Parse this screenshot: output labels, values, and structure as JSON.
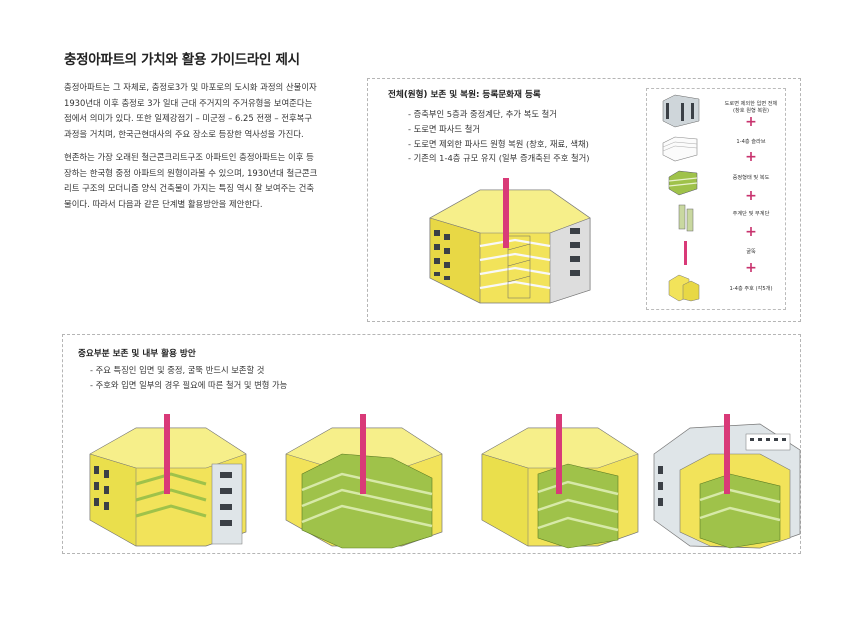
{
  "title": "충정아파트의 가치와 활용 가이드라인 제시",
  "intro": {
    "p1_lines": [
      "충정아파트는 그 자체로, 충정로3가 및 마포로의 도시화 과정의 산물이자",
      "1930년대 이후 충정로 3가 일대 근대 주거지의 주거유형을 보여준다는",
      "점에서 의미가 있다. 또한 일제강점기 – 미군정 – 6.25 전쟁 – 전후복구",
      "과정을 거치며, 한국근현대사의 주요 장소로 등장한 역사성을 가진다."
    ],
    "p2_lines": [
      "현존하는 가장 오래된 철근콘크리트구조 아파트인 충정아파트는 이후 등",
      "장하는 한국형 중정 아파트의 원형이라볼 수 있으며, 1930년대 철근콘크",
      "리트 구조의 모더니즘 양식 건축물이 가지는 특징 역시 잘 보여주는 건축",
      "물이다. 따라서 다음과 같은 단계별 활용방안을 제안한다."
    ]
  },
  "panel1": {
    "title": "전체(원형) 보존 및 복원: 등록문화재 등록",
    "bullets": [
      "- 증축부인 5층과 중정계단, 추가 복도 철거",
      "- 도로면 파사드 철거",
      "- 도로면 제외한 파사드 원형 복원  (창호, 재료, 색채)",
      "- 기존의 1-4층 규모 유지 (일부 증개축된 주호 철거)"
    ]
  },
  "legend": {
    "items": [
      "도로면 제외한 입면 전체\n(창호 원형 복원)",
      "1-4층 슬라브",
      "중정형태 및 복도",
      "주계단 및 부계단",
      "굴뚝",
      "1-4층 주호 (각5개)"
    ]
  },
  "panel2": {
    "title": "중요부분 보존 및 내부 활용 방안",
    "bullets": [
      "- 주요 특징인 입면 및 중정, 굴뚝 반드시 보존할 것",
      "- 주호와 입면 일부의 경우 필요에 따른 철거 및 변형 가능"
    ]
  },
  "colors": {
    "unit_yellow": "#f2e35a",
    "slab_green": "#9fc24a",
    "chimney_pink": "#d93a78",
    "window_dark": "#3b4046",
    "plus_magenta": "#c8336e"
  }
}
